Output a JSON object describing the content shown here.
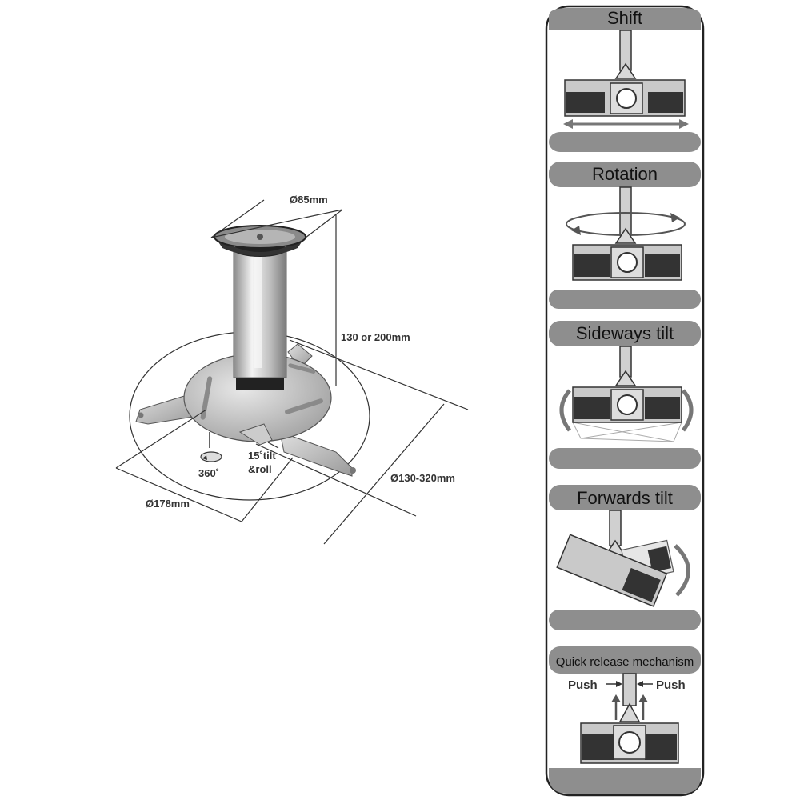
{
  "dimensions": {
    "top_diameter": "Ø85mm",
    "height": "130 or 200mm",
    "bracket_span": "Ø130-320mm",
    "base_diameter": "Ø178mm",
    "tilt_line1": "15˚tilt",
    "tilt_line2": "&roll",
    "rotation": "360˚"
  },
  "panels": [
    {
      "title": "Shift"
    },
    {
      "title": "Rotation"
    },
    {
      "title": "Sideways tilt"
    },
    {
      "title": "Forwards tilt"
    },
    {
      "title": "Quick release mechanism"
    }
  ],
  "quick_release": {
    "push_left": "Push",
    "push_right": "Push"
  },
  "colors": {
    "panel_band": "#8e8e8e",
    "panel_border": "#222222",
    "metal": "#c8c8c8"
  }
}
